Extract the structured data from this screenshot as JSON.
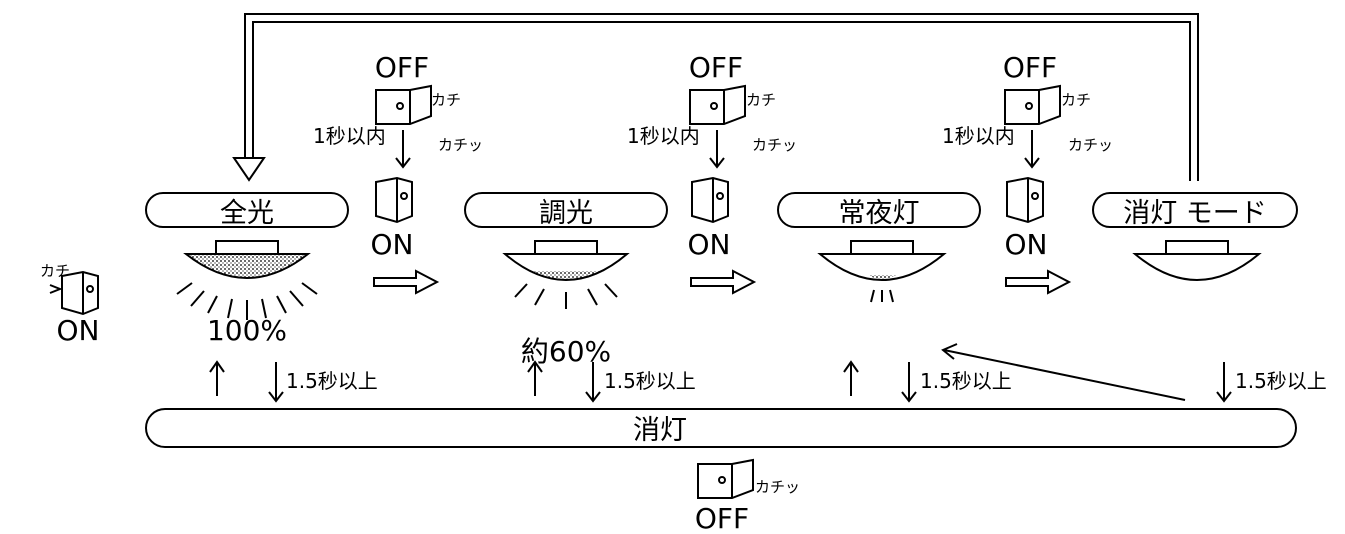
{
  "states": {
    "full": "全光",
    "dim": "調光",
    "night": "常夜灯",
    "offmode": "消灯 モード",
    "off": "消灯"
  },
  "levels": {
    "full": "100%",
    "dim": "約60%"
  },
  "switch": {
    "off": "OFF",
    "on": "ON",
    "within": "1秒以内",
    "click1": "カチ",
    "click2": "カチッ",
    "hold": "1.5秒以上"
  },
  "colors": {
    "line": "#000000",
    "background": "#ffffff"
  }
}
